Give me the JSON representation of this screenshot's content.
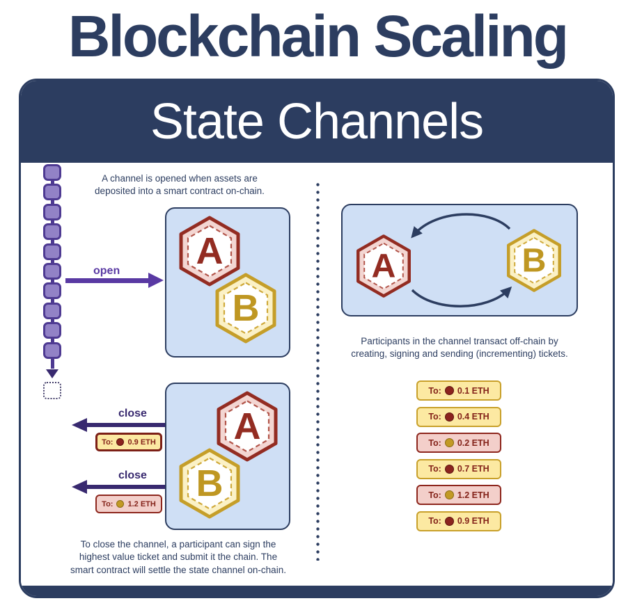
{
  "title": "Blockchain Scaling",
  "banner": "State Channels",
  "participants": {
    "a": "A",
    "b": "B"
  },
  "left": {
    "caption_open": [
      "A channel is opened when assets are",
      "deposited into a smart contract on-chain."
    ],
    "open_label": "open",
    "close_label": "close",
    "caption_close": [
      "To close the channel, a participant can sign the",
      "highest value ticket and submit it the chain. The",
      "smart contract will settle the state channel on-chain."
    ],
    "tickets": [
      {
        "to_label": "To:",
        "amount": "0.9 ETH",
        "recipient": "A"
      },
      {
        "to_label": "To:",
        "amount": "1.2 ETH",
        "recipient": "B"
      }
    ]
  },
  "right": {
    "caption_transact": [
      "Participants in the channel transact off-chain by",
      "creating, signing and sending (incrementing) tickets."
    ],
    "tickets": [
      {
        "to_label": "To:",
        "amount": "0.1 ETH",
        "recipient": "A"
      },
      {
        "to_label": "To:",
        "amount": "0.4 ETH",
        "recipient": "A"
      },
      {
        "to_label": "To:",
        "amount": "0.2 ETH",
        "recipient": "B"
      },
      {
        "to_label": "To:",
        "amount": "0.7 ETH",
        "recipient": "A"
      },
      {
        "to_label": "To:",
        "amount": "1.2 ETH",
        "recipient": "B"
      },
      {
        "to_label": "To:",
        "amount": "0.9 ETH",
        "recipient": "A"
      }
    ]
  },
  "colors": {
    "navy": "#2c3d60",
    "boxbg": "#cfdff5",
    "purple": "#5939a3",
    "indigo": "#38296f",
    "blockfill": "#9282c6",
    "blockborder": "#4e3a92",
    "red": "#932c22",
    "reddash": "#b2554a",
    "pinkring": "#f3d6d2",
    "gold": "#c59e29",
    "golddash": "#cfa93a",
    "goldring": "#fbf1c6",
    "tyellowbg": "#fce9a2",
    "tyellowbr": "#c8a02a",
    "tpinkbg": "#f3cfca",
    "tpinkbr": "#8d261d",
    "ttext": "#84231a",
    "dotred": "#8b241e",
    "dotgold": "#c29a25",
    "pendingborder": "#45406b"
  }
}
